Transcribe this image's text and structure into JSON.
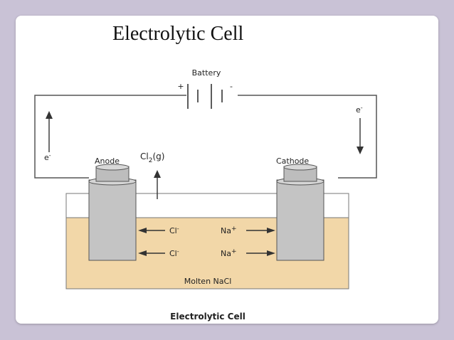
{
  "slide": {
    "title": "Electrolytic Cell"
  },
  "diagram": {
    "battery_label": "Battery",
    "battery_plus": "+",
    "battery_minus": "-",
    "electron_left": "e",
    "electron_right": "e",
    "electron_charge": "-",
    "anode_label": "Anode",
    "cathode_label": "Cathode",
    "gas_formula": "Cl",
    "gas_subscript": "2",
    "gas_state": "(g)",
    "chloride_ion": "Cl",
    "sodium_ion": "Na",
    "ion_negative": "-",
    "ion_positive": "+",
    "electrolyte_label": "Molten NaCl",
    "caption": "Electrolytic Cell"
  },
  "colors": {
    "electrolyte": "#f2d7a8",
    "electrode": "#c4c4c4",
    "background": "#c9c2d6"
  }
}
